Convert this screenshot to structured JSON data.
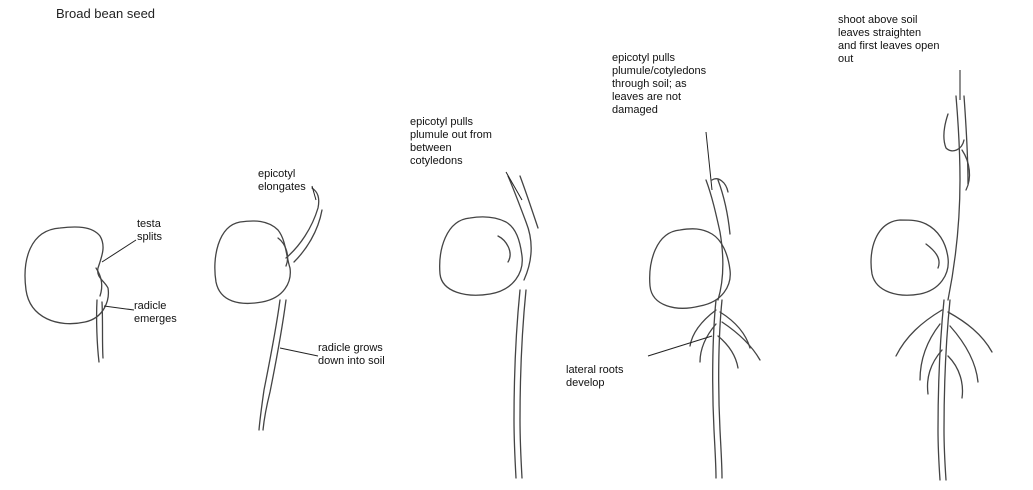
{
  "title": "Broad bean seed",
  "labels": {
    "stage1_testa": "testa\nsplits",
    "stage1_radicle": "radicle\nemerges",
    "stage2_epicotyl": "epicotyl\nelongates",
    "stage2_radicle": "radicle grows\ndown into soil",
    "stage3_epicotyl": "epicotyl pulls\nplumule out from\nbetween\ncotyledons",
    "stage4_epicotyl": "epicotyl pulls\nplumule/cotyledons\nthrough soil; as\nleaves are not\ndamaged",
    "stage4_lateral": "lateral roots\ndevelop",
    "stage5_shoot": "shoot above soil\nleaves straighten\nand first leaves open\nout"
  }
}
